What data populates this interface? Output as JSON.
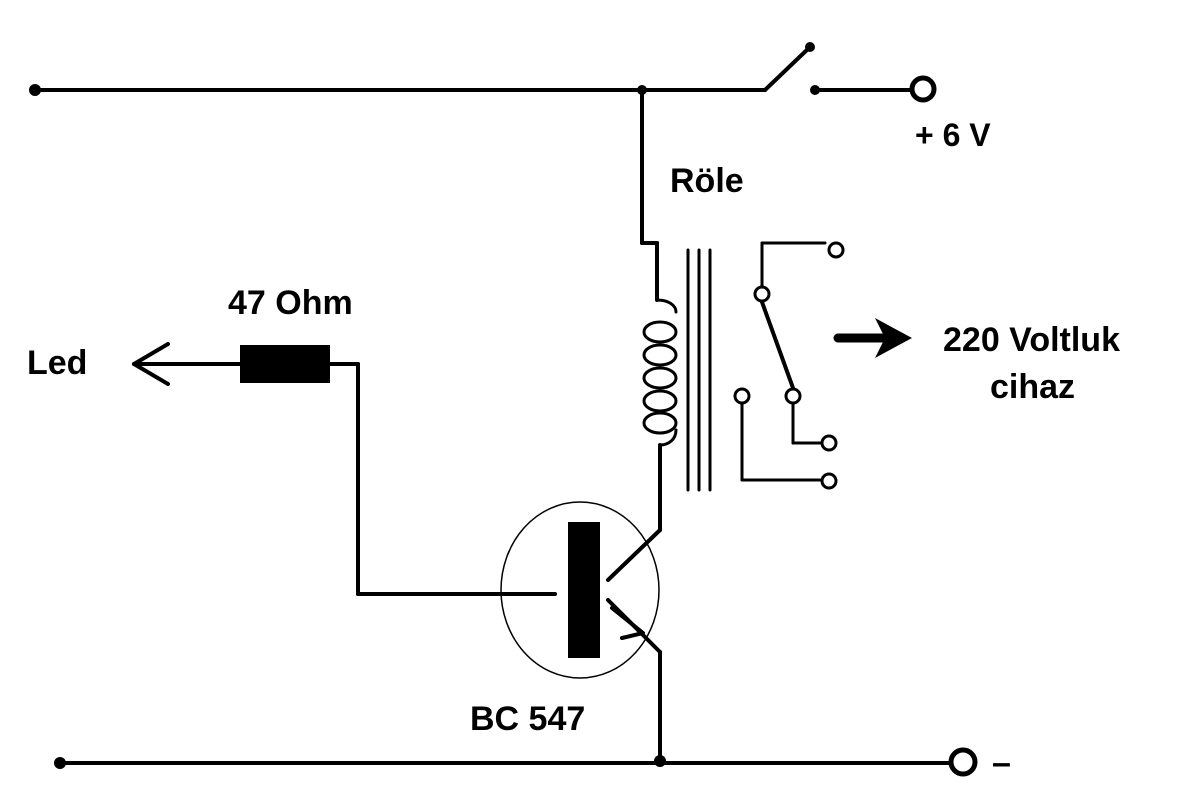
{
  "labels": {
    "supply_positive": "+ 6 V",
    "supply_negative": "–",
    "relay": "Röle",
    "resistor": "47 Ohm",
    "led": "Led",
    "transistor": "BC 547",
    "load_line1": "220 Voltluk",
    "load_line2": "cihaz"
  },
  "colors": {
    "ink": "#000000",
    "background": "#ffffff"
  },
  "icons": {
    "arrow_led": "arrow-left-icon",
    "arrow_load": "arrow-right-icon",
    "switch": "switch-icon",
    "relay_coil": "relay-coil-icon",
    "transistor": "npn-transistor-icon",
    "resistor": "resistor-icon"
  }
}
